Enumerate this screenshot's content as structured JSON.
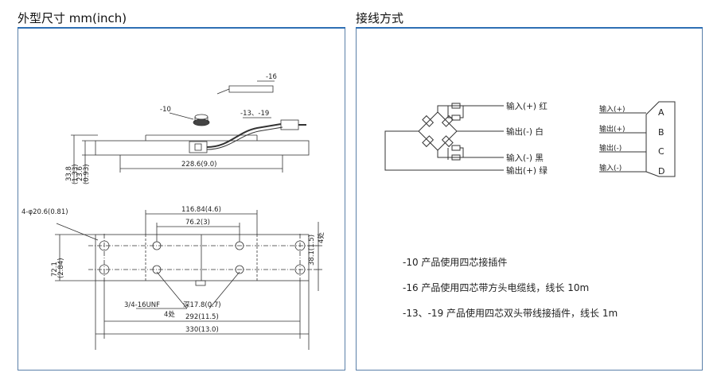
{
  "left_panel": {
    "title": "外型尺寸 mm(inch)",
    "callouts": {
      "c10": "-10",
      "c16": "-16",
      "c13_19": "-13、-19"
    },
    "dims": {
      "height_a": "33.8",
      "height_a_in": "(1.33)",
      "height_b": "23.6",
      "height_b_in": "(0.93)",
      "len_228": "228.6(9.0)",
      "hole_dia": "4-φ20.6(0.81)",
      "len_116": "116.84(4.6)",
      "len_76": "76.2(3)",
      "width_72": "72.1",
      "width_72_in": "(2.84)",
      "side_38": "38.1(1.5)",
      "side_4": "4处",
      "thread": "3/4-16UNF",
      "depth": "深17.8(0.7)",
      "count": "4处",
      "len_292": "292(11.5)",
      "len_330": "330(13.0)"
    }
  },
  "right_panel": {
    "title": "接线方式",
    "wires": [
      {
        "label": "输入(+) 红"
      },
      {
        "label": "输出(-) 白"
      },
      {
        "label": "输入(-) 黑"
      },
      {
        "label": "输出(+) 绿"
      }
    ],
    "connector": {
      "pins": [
        {
          "label": "输入(+)",
          "letter": "A"
        },
        {
          "label": "输出(+)",
          "letter": "B"
        },
        {
          "label": "输出(-)",
          "letter": "C"
        },
        {
          "label": "输入(-)",
          "letter": "D"
        }
      ]
    },
    "notes": [
      "-10 产品使用四芯接插件",
      "-16 产品使用四芯带方头电缆线，线长 10m",
      "-13、-19 产品使用四芯双头带线接插件，线长 1m"
    ]
  }
}
